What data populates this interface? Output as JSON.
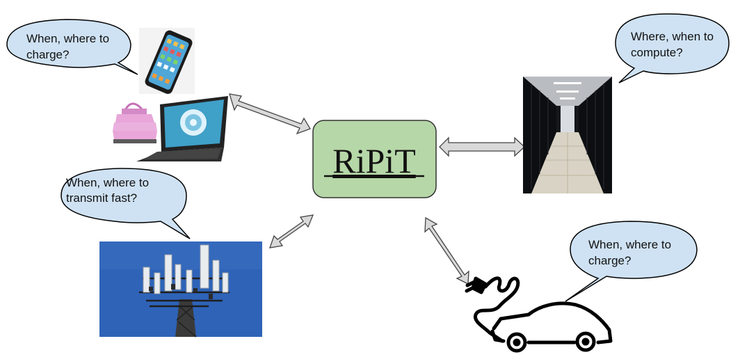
{
  "hub": {
    "label": "RiPiT",
    "fill": "#b6d7a8"
  },
  "bubbles": {
    "devices": {
      "line1": "When, where to",
      "line2": "charge?"
    },
    "datacenter": {
      "line1": "Where, when to",
      "line2": "compute?"
    },
    "tower": {
      "line1": "When, where to",
      "line2": "transmit fast?"
    },
    "vehicle": {
      "line1": "When, where to",
      "line2": "charge?"
    }
  },
  "colors": {
    "bubble_fill": "#cfe2f3",
    "arrow_fill": "#d9d9d9",
    "sky": "#2e63b8",
    "laptop_screen": "#3fa0c8",
    "lantern": "#e8a6d9",
    "phone_screen": "#4fa7d8"
  },
  "icons": {
    "phone": "smartphone-icon",
    "laptop": "laptop-icon",
    "lantern": "lantern-icon",
    "server": "server-room-icon",
    "tower": "cell-tower-icon",
    "car": "electric-car-icon"
  }
}
